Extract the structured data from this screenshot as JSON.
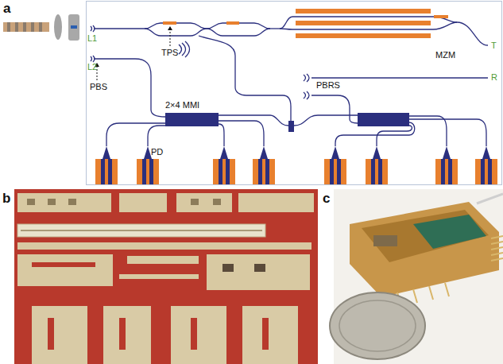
{
  "diagram": {
    "nodes": [
      {
        "text": [
          "2×4 MMI"
        ]
      },
      {
        "text": [
          "PD"
        ]
      },
      {
        "text": [
          "MZM"
        ]
      }
    ],
    "labels": [
      "a",
      "L1",
      "L2",
      "TPS",
      "PBS",
      "T",
      "R",
      "PBRS",
      "b",
      "c"
    ]
  }
}
